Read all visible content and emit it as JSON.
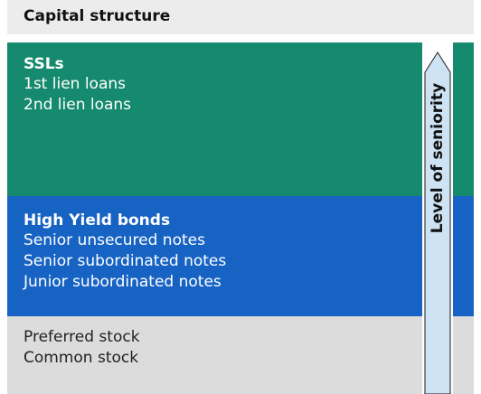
{
  "title": "Capital structure",
  "blocks": [
    {
      "title": "SSLs",
      "lines": [
        "1st lien loans",
        "2nd lien loans"
      ],
      "color": "#168a6e"
    },
    {
      "title": "High Yield bonds",
      "lines": [
        "Senior unsecured notes",
        "Senior subordinated notes",
        "Junior subordinated notes"
      ],
      "color": "#1763c4"
    },
    {
      "title": "",
      "lines": [
        "Preferred stock",
        "Common stock"
      ],
      "color": "#dcdcdc"
    }
  ],
  "arrow": {
    "label": "Level of seniority",
    "fill": "#cde2f2"
  }
}
